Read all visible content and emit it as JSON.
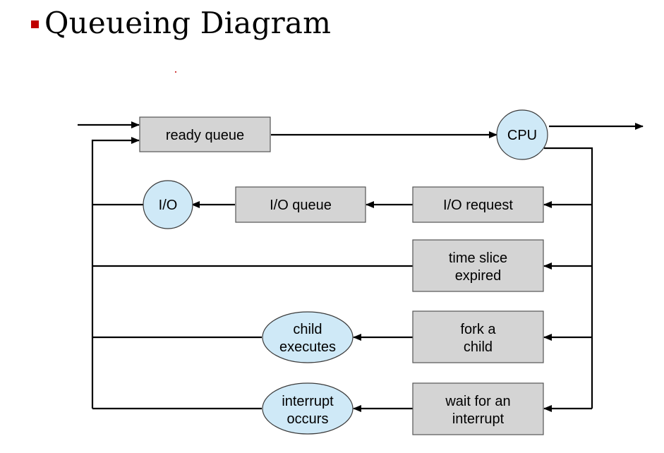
{
  "slide": {
    "title": "Queueing Diagram"
  },
  "nodes": {
    "ready_queue": "ready queue",
    "cpu": "CPU",
    "io_device": "I/O",
    "io_queue": "I/O queue",
    "io_request": "I/O request",
    "time_slice_1": "time slice",
    "time_slice_2": "expired",
    "fork_1": "fork a",
    "fork_2": "child",
    "child_exec_1": "child",
    "child_exec_2": "executes",
    "wait_1": "wait for an",
    "wait_2": "interrupt",
    "interrupt_1": "interrupt",
    "interrupt_2": "occurs"
  },
  "colors": {
    "bullet": "#c00000",
    "queue_box": "#d4d4d4",
    "device_circle": "#cfe9f7"
  }
}
